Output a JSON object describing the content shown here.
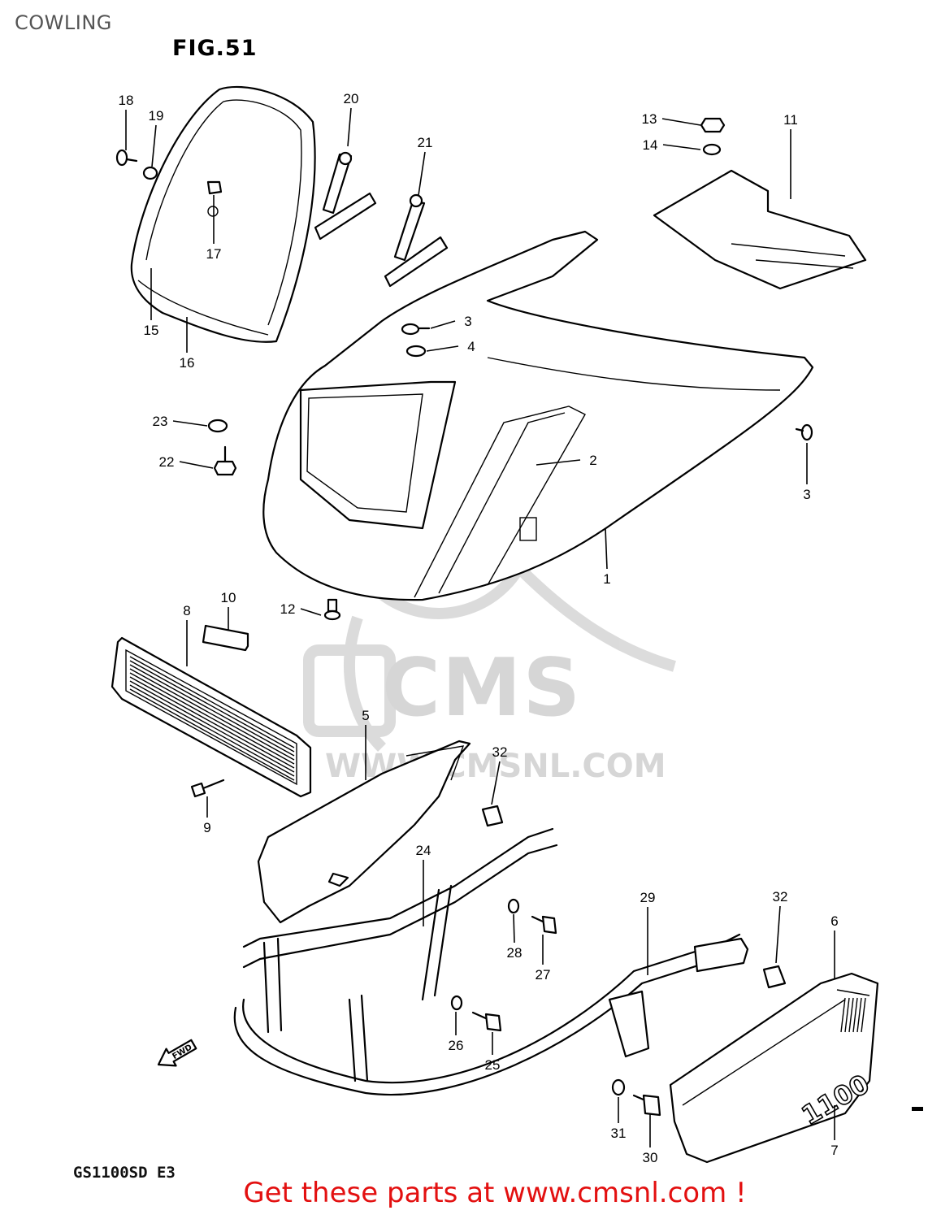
{
  "page_label": "COWLING",
  "figure_title": "FIG.51",
  "model_code": "GS1100SD E3",
  "fwd_label": "FWD",
  "emblem_text": "1100",
  "watermark": {
    "brand": "CMS",
    "url": "WWW.CMSNL.COM"
  },
  "cta_text": "Get these parts at www.cmsnl.com !",
  "callouts": [
    "1",
    "2",
    "3",
    "3",
    "4",
    "5",
    "6",
    "7",
    "8",
    "9",
    "10",
    "11",
    "12",
    "13",
    "14",
    "15",
    "16",
    "17",
    "18",
    "19",
    "20",
    "21",
    "22",
    "23",
    "24",
    "25",
    "26",
    "27",
    "28",
    "29",
    "30",
    "31",
    "32",
    "32"
  ]
}
